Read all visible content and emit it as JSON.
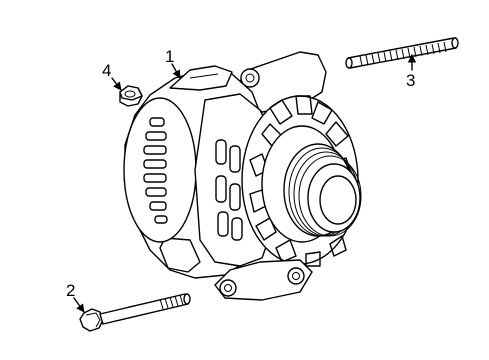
{
  "callouts": [
    {
      "id": "1",
      "label": "1",
      "part": "alternator"
    },
    {
      "id": "2",
      "label": "2",
      "part": "mounting-bolt"
    },
    {
      "id": "3",
      "label": "3",
      "part": "stud"
    },
    {
      "id": "4",
      "label": "4",
      "part": "nut"
    }
  ]
}
